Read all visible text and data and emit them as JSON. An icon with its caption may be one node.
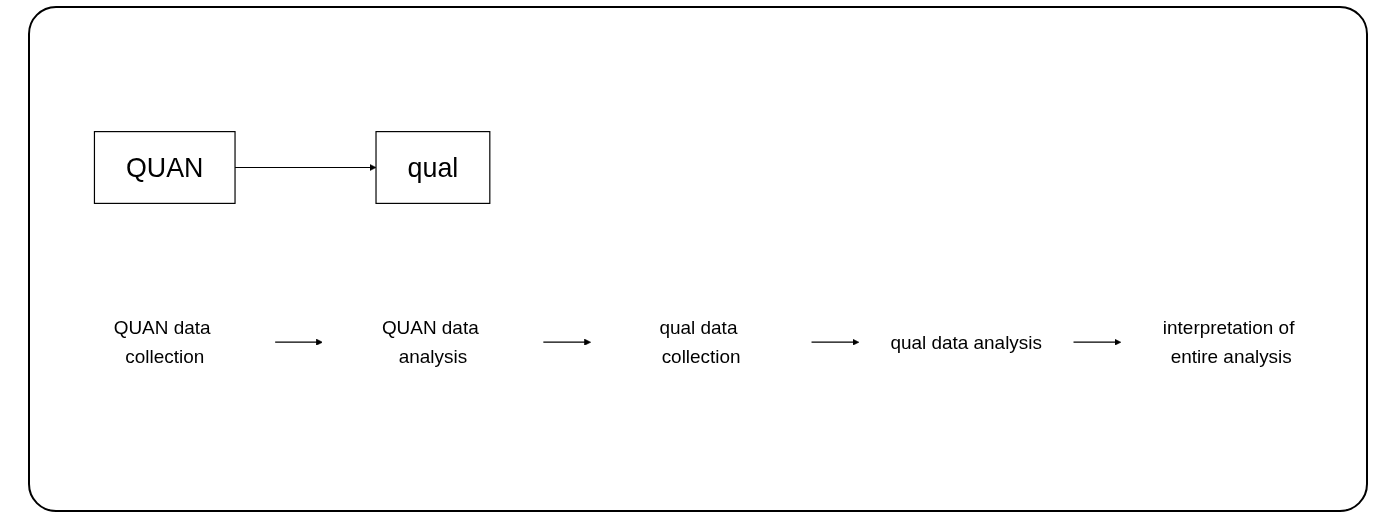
{
  "diagram": {
    "nodes": [
      {
        "text": [
          "QUAN"
        ]
      },
      {
        "text": [
          "qual"
        ]
      },
      {
        "text": [
          "QUAN data collection"
        ]
      },
      {
        "text": [
          "QUAN data analysis"
        ]
      },
      {
        "text": [
          "qual data collection"
        ]
      },
      {
        "text": [
          "qual data analysis"
        ]
      },
      {
        "text": [
          "interpretation of entire analysis"
        ]
      }
    ],
    "edges": [
      {
        "from": 0,
        "to": 1,
        "arrow": "to"
      },
      {
        "from": 2,
        "to": 3,
        "arrow": "to"
      },
      {
        "from": 3,
        "to": 4,
        "arrow": "to"
      },
      {
        "from": 4,
        "to": 5,
        "arrow": "to"
      },
      {
        "from": 5,
        "to": 6,
        "arrow": "to"
      }
    ]
  }
}
